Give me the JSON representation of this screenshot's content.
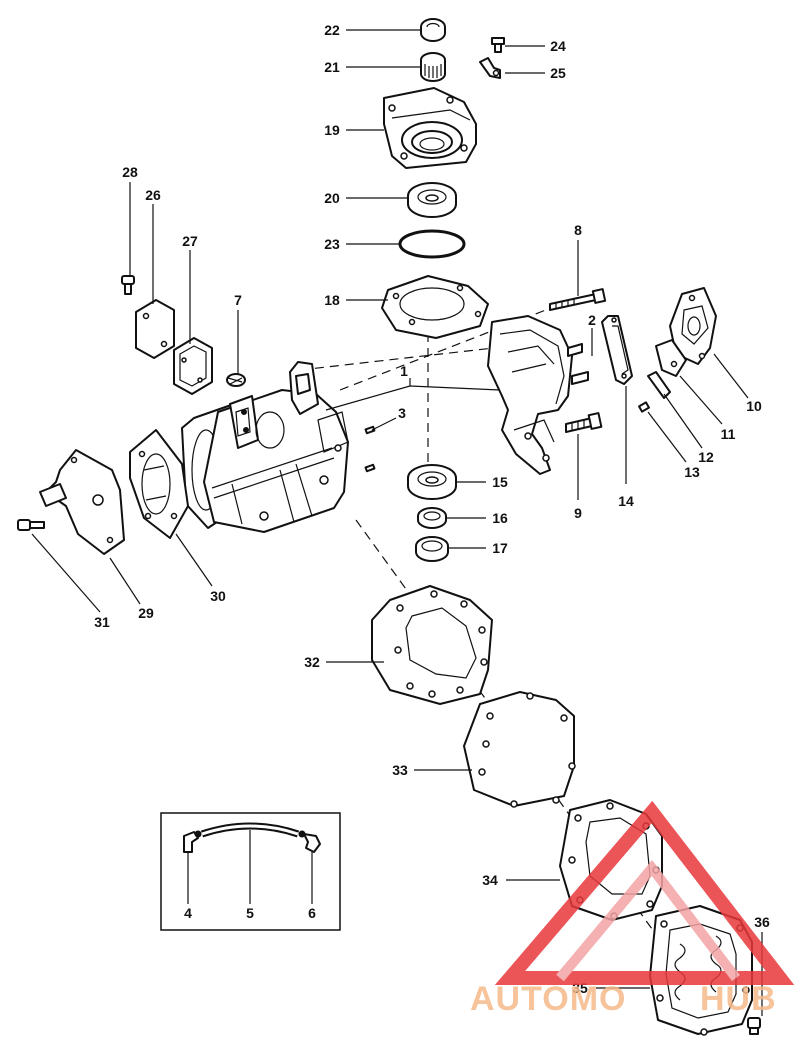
{
  "callouts": [
    "1",
    "2",
    "3",
    "4",
    "5",
    "6",
    "7",
    "8",
    "9",
    "10",
    "11",
    "12",
    "13",
    "14",
    "15",
    "16",
    "17",
    "18",
    "19",
    "20",
    "21",
    "22",
    "23",
    "24",
    "25",
    "26",
    "27",
    "28",
    "29",
    "30",
    "31",
    "32",
    "33",
    "34",
    "35",
    "36"
  ],
  "watermark": {
    "text_left": "AUTOMO",
    "text_right": "HUB",
    "color_orange": "#f5b98a",
    "color_red": "#e8383c",
    "color_red_light": "#f4a3a5"
  }
}
